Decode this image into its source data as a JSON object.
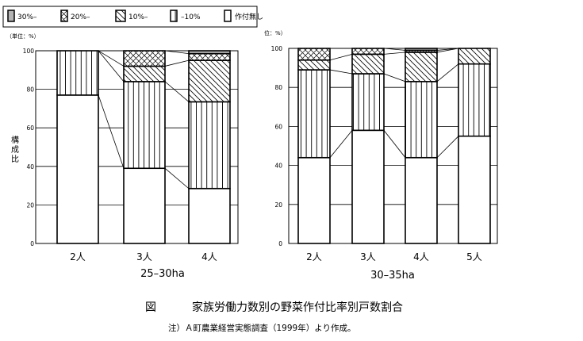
{
  "figure": {
    "caption_label": "図",
    "caption_title": "家族労働力数別の野菜作付比率別戸数割合",
    "note": "注）Ａ町農業経営実態調査（1999年）より作成。"
  },
  "legend": [
    {
      "label": "30%–",
      "pattern": "gray"
    },
    {
      "label": "20%–",
      "pattern": "crosshatch"
    },
    {
      "label": "10%–",
      "pattern": "diagonal"
    },
    {
      "label": "–10%",
      "pattern": "vertical"
    },
    {
      "label": "作付無し",
      "pattern": "white"
    }
  ],
  "colors": {
    "gray": "#b4b4b4",
    "line": "#000000",
    "background": "#ffffff"
  },
  "chart_data": [
    {
      "type": "bar",
      "stacked": true,
      "title": "25–30ha",
      "unit_label": "（単位：%）",
      "ylabel": "構成比",
      "ylim": [
        0,
        100
      ],
      "yticks": [
        "0",
        "20",
        "40",
        "60",
        "80",
        "100"
      ],
      "categories": [
        "2人",
        "3人",
        "4人"
      ],
      "series": [
        {
          "name": "作付無し",
          "values": [
            77,
            39,
            28.5
          ]
        },
        {
          "name": "–10%",
          "values": [
            23,
            45,
            45
          ]
        },
        {
          "name": "10%–",
          "values": [
            0,
            8,
            21.5
          ]
        },
        {
          "name": "20%–",
          "values": [
            0,
            8,
            3.5
          ]
        },
        {
          "name": "30%–",
          "values": [
            0,
            0,
            1.5
          ]
        }
      ]
    },
    {
      "type": "bar",
      "stacked": true,
      "title": "30–35ha",
      "unit_label": "位：%）",
      "ylabel": "",
      "ylim": [
        0,
        100
      ],
      "yticks": [
        "0",
        "20",
        "40",
        "60",
        "80",
        "100"
      ],
      "categories": [
        "2人",
        "3人",
        "4人",
        "5人"
      ],
      "series": [
        {
          "name": "作付無し",
          "values": [
            44,
            58,
            44,
            55
          ]
        },
        {
          "name": "–10%",
          "values": [
            45,
            29,
            39,
            37
          ]
        },
        {
          "name": "10%–",
          "values": [
            5,
            10,
            15,
            8
          ]
        },
        {
          "name": "20%–",
          "values": [
            6,
            3,
            1,
            0
          ]
        },
        {
          "name": "30%–",
          "values": [
            0,
            0,
            1,
            0
          ]
        }
      ]
    }
  ]
}
